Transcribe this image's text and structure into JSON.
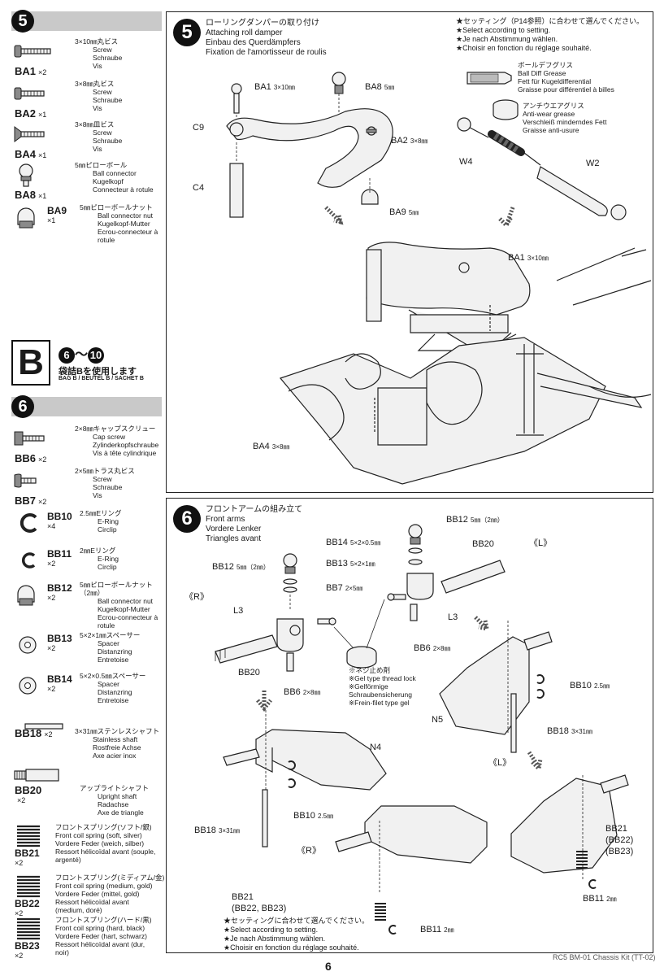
{
  "step5_head": {
    "num": "5"
  },
  "parts5": [
    {
      "code": "BA1",
      "qty": "×2",
      "name_jp": "3×10㎜丸ビス",
      "lines": [
        "Screw",
        "Schraube",
        "Vis"
      ]
    },
    {
      "code": "BA2",
      "qty": "×1",
      "name_jp": "3×8㎜丸ビス",
      "lines": [
        "Screw",
        "Schraube",
        "Vis"
      ]
    },
    {
      "code": "BA4",
      "qty": "×1",
      "name_jp": "3×8㎜皿ビス",
      "lines": [
        "Screw",
        "Schraube",
        "Vis"
      ]
    },
    {
      "code": "BA8",
      "qty": "×1",
      "name_jp": "5㎜ピローボール",
      "lines": [
        "Ball connector",
        "Kugelkopf",
        "Connecteur à rotule"
      ]
    },
    {
      "code": "BA9",
      "qty": "×1",
      "name_jp": "5㎜ピローボールナット",
      "lines": [
        "Ball connector nut",
        "Kugelkopf-Mutter",
        "Ecrou-connecteur à",
        "rotule"
      ]
    }
  ],
  "bag": {
    "letter": "B",
    "from": "6",
    "to": "10",
    "sep": "～",
    "jp": "袋詰Bを使用します",
    "en": "BAG B / BEUTEL B / SACHET B"
  },
  "step6_head": {
    "num": "6"
  },
  "parts6": [
    {
      "code": "BB6",
      "qty": "×2",
      "name_jp": "2×8㎜キャップスクリュー",
      "lines": [
        "Cap screw",
        "Zylinderkopfschraube",
        "Vis à tête cylindrique"
      ]
    },
    {
      "code": "BB7",
      "qty": "×2",
      "name_jp": "2×5㎜トラス丸ビス",
      "lines": [
        "Screw",
        "Schraube",
        "Vis"
      ]
    },
    {
      "code": "BB10",
      "qty": "×4",
      "name_jp": "2.5㎜Eリング",
      "lines": [
        "E-Ring",
        "Circlip"
      ]
    },
    {
      "code": "BB11",
      "qty": "×2",
      "name_jp": "2㎜Eリング",
      "lines": [
        "E-Ring",
        "Circlip"
      ]
    },
    {
      "code": "BB12",
      "qty": "×2",
      "name_jp": "5㎜ピローボールナット（2㎜）",
      "lines": [
        "Ball connector nut",
        "Kugelkopf-Mutter",
        "Ecrou-connecteur à",
        "rotule"
      ]
    },
    {
      "code": "BB13",
      "qty": "×2",
      "name_jp": "5×2×1㎜スペーサー",
      "lines": [
        "Spacer",
        "Distanzring",
        "Entretoise"
      ]
    },
    {
      "code": "BB14",
      "qty": "×2",
      "name_jp": "5×2×0.5㎜スペーサー",
      "lines": [
        "Spacer",
        "Distanzring",
        "Entretoise"
      ]
    },
    {
      "code": "BB18",
      "qty": "×2",
      "name_jp": "3×31㎜ステンレスシャフト",
      "lines": [
        "Stainless shaft",
        "Rostfreie Achse",
        "Axe acier inox"
      ]
    },
    {
      "code": "BB20",
      "qty": "×2",
      "name_jp": "アップライトシャフト",
      "lines": [
        "Upright shaft",
        "Radachse",
        "Axe de triangle"
      ]
    }
  ],
  "springs": [
    {
      "code": "BB21",
      "qty": "×2",
      "lines": [
        "フロントスプリング(ソフト/銀)",
        "Front coil spring (soft, silver)",
        "Vordere Feder (weich, silber)",
        "Ressort hélicoïdal avant (souple,",
        "argenté)"
      ]
    },
    {
      "code": "BB22",
      "qty": "×2",
      "lines": [
        "フロントスプリング(ミディアム/金)",
        "Front coil spring (medium, gold)",
        "Vordere Feder (mittel, gold)",
        "Ressort hélicoïdal avant",
        "(medium, doré)"
      ]
    },
    {
      "code": "BB23",
      "qty": "×2",
      "lines": [
        "フロントスプリング(ハード/黒)",
        "Front coil spring (hard, black)",
        "Vordere Feder (hart, schwarz)",
        "Ressort hélicoïdal avant (dur,",
        "noir)"
      ]
    }
  ],
  "panel5": {
    "num": "5",
    "title_jp": "ローリングダンパーの取り付け",
    "title_en": "Attaching roll damper",
    "title_de": "Einbau des Querdämpfers",
    "title_fr": "Fixation de l'amortisseur de roulis",
    "setting_notes": [
      "★セッティング（P14参照）に合わせて選んでください。",
      "★Select according to setting.",
      "★Je nach Abstimmung wählen.",
      "★Choisir en fonction du réglage souhaité."
    ],
    "grease1": {
      "jp": "ボールデフグリス",
      "en": "Ball Diff Grease",
      "de": "Fett für Kugeldifferential",
      "fr": "Graisse pour différentiel à billes"
    },
    "grease2": {
      "jp": "アンチウエアグリス",
      "en": "Anti-wear grease",
      "de": "Verschleiß minderndes Fett",
      "fr": "Graisse anti-usure"
    },
    "labels": {
      "ba1": "BA1",
      "ba1_size": "3×10㎜",
      "ba8": "BA8",
      "ba8_size": "5㎜",
      "c9": "C9",
      "c4": "C4",
      "ba2": "BA2",
      "ba2_size": "3×8㎜",
      "ba9": "BA9",
      "ba9_size": "5㎜",
      "w4": "W4",
      "w2": "W2",
      "ba1b": "BA1",
      "ba1b_size": "3×10㎜",
      "ba4": "BA4",
      "ba4_size": "3×8㎜"
    }
  },
  "panel6": {
    "num": "6",
    "title_jp": "フロントアームの組み立て",
    "title_en": "Front arms",
    "title_de": "Vordere Lenker",
    "title_fr": "Triangles avant",
    "thread_lock": [
      "※ネジ止め剤",
      "※Gel type thread lock",
      "※Gelförmige",
      "Schraubensicherung",
      "※Frein-filet type gel"
    ],
    "setting_notes": [
      "★セッティングに合わせて選んでください。",
      "★Select according to setting.",
      "★Je nach Abstimmung wählen.",
      "★Choisir en fonction du réglage souhaité."
    ],
    "labels": {
      "bb12a": "BB12",
      "bb12a_size": "5㎜（2㎜）",
      "bb14": "BB14",
      "bb14_size": "5×2×0.5㎜",
      "bb13": "BB13",
      "bb13_size": "5×2×1㎜",
      "bb12b": "BB12",
      "bb12b_size": "5㎜（2㎜）",
      "bb7": "BB7",
      "bb7_size": "2×5㎜",
      "bb20a": "BB20",
      "bb20b": "BB20",
      "l3a": "L3",
      "l3b": "L3",
      "r1": "《R》",
      "l1": "《L》",
      "r2": "《R》",
      "l2": "《L》",
      "bb6a": "BB6",
      "bb6a_size": "2×8㎜",
      "bb6b": "BB6",
      "bb6b_size": "2×8㎜",
      "bb10a": "BB10",
      "bb10a_size": "2.5㎜",
      "bb10b": "BB10",
      "bb10b_size": "2.5㎜",
      "n4": "N4",
      "n5": "N5",
      "bb18a": "BB18",
      "bb18a_size": "3×31㎜",
      "bb18b": "BB18",
      "bb18b_size": "3×31㎜",
      "bb21a": "BB21",
      "bb22a": "(BB22)",
      "bb23a": "(BB23)",
      "bb11a": "BB11",
      "bb11a_size": "2㎜",
      "bb21b": "BB21",
      "bb2223": "(BB22, BB23)",
      "bb11b": "BB11",
      "bb11b_size": "2㎜"
    }
  },
  "footer": {
    "page": "6",
    "ref": "RC5 BM-01 Chassis Kit (TT-02)"
  }
}
